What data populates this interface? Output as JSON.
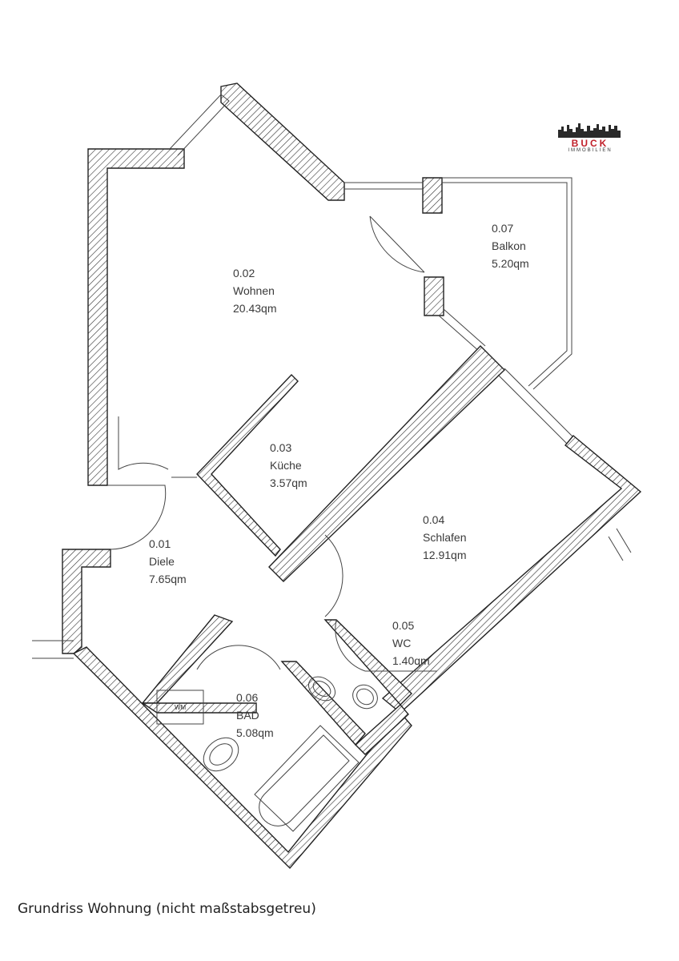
{
  "caption": "Grundriss Wohnung (nicht maßstabsgetreu)",
  "logo": {
    "brand": "BUCK",
    "sub": "IMMOBILIEN",
    "brand_color": "#c0202a"
  },
  "rooms": [
    {
      "number": "0.02",
      "name": "Wohnen",
      "area": "20.43qm"
    },
    {
      "number": "0.07",
      "name": "Balkon",
      "area": "5.20qm"
    },
    {
      "number": "0.03",
      "name": "Küche",
      "area": "3.57qm"
    },
    {
      "number": "0.04",
      "name": "Schlafen",
      "area": "12.91qm"
    },
    {
      "number": "0.01",
      "name": "Diele",
      "area": "7.65qm"
    },
    {
      "number": "0.05",
      "name": "WC",
      "area": "1.40qm"
    },
    {
      "number": "0.06",
      "name": "BAD",
      "area": "5.08qm"
    }
  ],
  "fixtures": {
    "washing_machine": "WM"
  }
}
